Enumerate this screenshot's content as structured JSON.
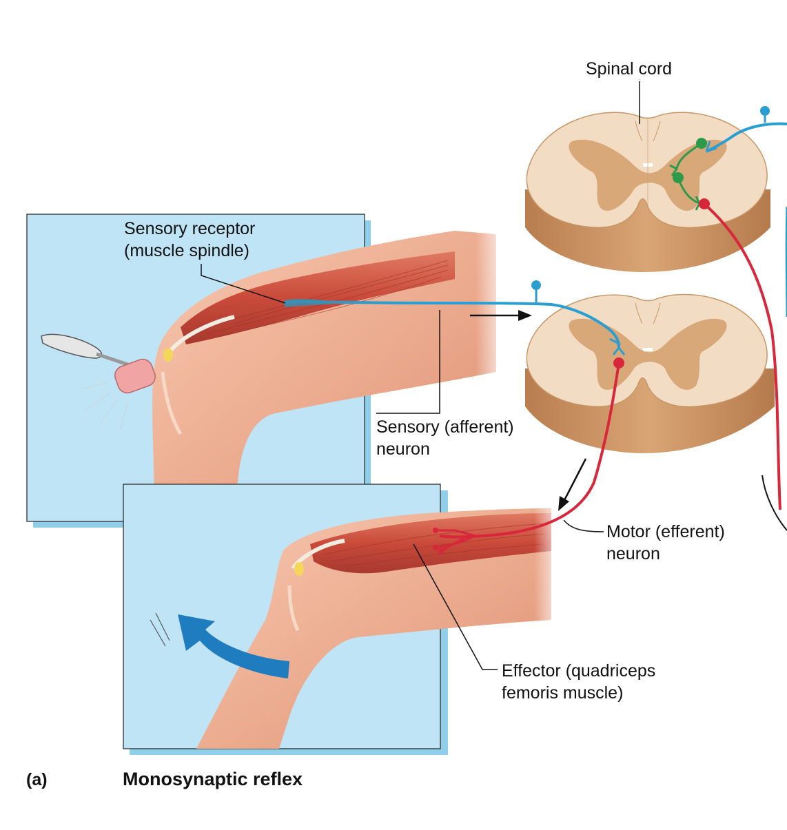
{
  "labels": {
    "spinal_cord": "Spinal cord",
    "sensory_receptor": [
      "Sensory receptor",
      "(muscle spindle)"
    ],
    "sensory_neuron": [
      "Sensory (afferent)",
      "neuron"
    ],
    "motor_neuron": [
      "Motor (efferent)",
      "neuron"
    ],
    "effector": [
      "Effector (quadriceps",
      "femoris muscle)"
    ]
  },
  "caption": {
    "letter": "(a)",
    "title": "Monosynaptic reflex"
  },
  "colors": {
    "panel": "#bfe4f6",
    "panel_shadow": "#8fcfea",
    "skin": "#f0b59a",
    "muscle": "#c9513f",
    "cord_white": "#f3dcc4",
    "cord_gray": "#d9a878",
    "cord_side": "#c98f5c",
    "sensory_neuron": "#2a9ed0",
    "motor_neuron": "#d8263a",
    "interneuron": "#2e9a49",
    "arrow": "#1f7dbf"
  }
}
